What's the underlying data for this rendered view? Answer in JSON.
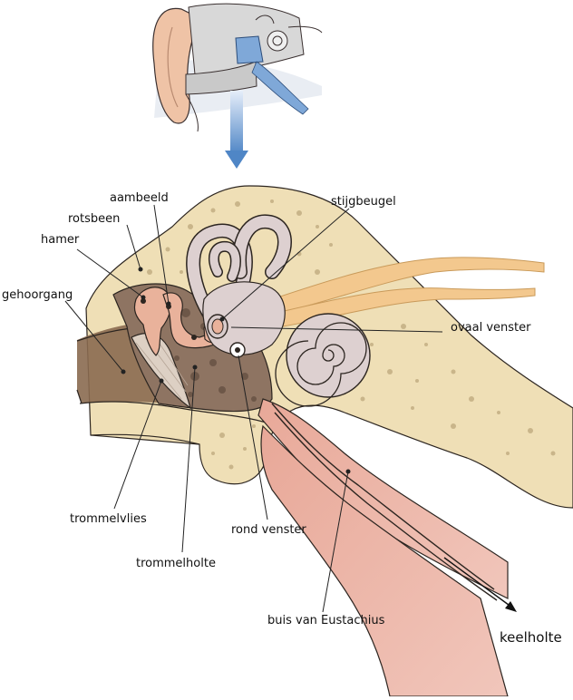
{
  "labels": {
    "aambeeld": "aambeeld",
    "rotsbeen": "rotsbeen",
    "hamer": "hamer",
    "gehoorgang": "gehoorgang",
    "stijgbeugel": "stijgbeugel",
    "ovaal_venster": "ovaal venster",
    "trommelvlies": "trommelvlies",
    "rond_venster": "rond venster",
    "trommelholte": "trommelholte",
    "buis_van_eustachius": "buis van Eustachius",
    "keelholte": "keelholte"
  },
  "colors": {
    "bone": "#efdfb6",
    "bone_spots": "#c9b58a",
    "canal": "#8a6a50",
    "cavity": "#8e7462",
    "cochlea": "#ddd0d0",
    "ossicle": "#e9b29b",
    "tube": "#e49f8f",
    "nerve": "#f3c88e",
    "arrow_blue": "#4f86c6",
    "outline": "#2c2520"
  },
  "icons": {
    "overview": "ear-overview-icon",
    "arrow": "arrow-down-icon"
  }
}
